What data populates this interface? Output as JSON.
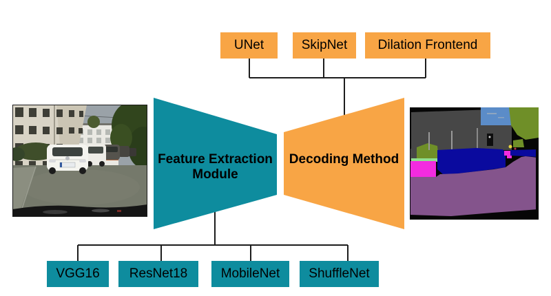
{
  "colors": {
    "orange": "#F8A545",
    "teal": "#0E8C9E",
    "connector": "#1C1C1C",
    "text": "#000000",
    "canvas": "#FFFFFF"
  },
  "pipeline": {
    "decoder_options": [
      "UNet",
      "SkipNet",
      "Dilation Frontend"
    ],
    "encoder_options": [
      "VGG16",
      "ResNet18",
      "MobileNet",
      "ShuffleNet"
    ],
    "feature_extraction_module": {
      "line1": "Feature Extraction",
      "line2": "Module"
    },
    "decoding_method": {
      "label": "Decoding Method"
    },
    "input_image_alt": "street scene photo with buildings, trees and parked cars",
    "output_image_alt": "semantic segmentation map of the street scene"
  }
}
